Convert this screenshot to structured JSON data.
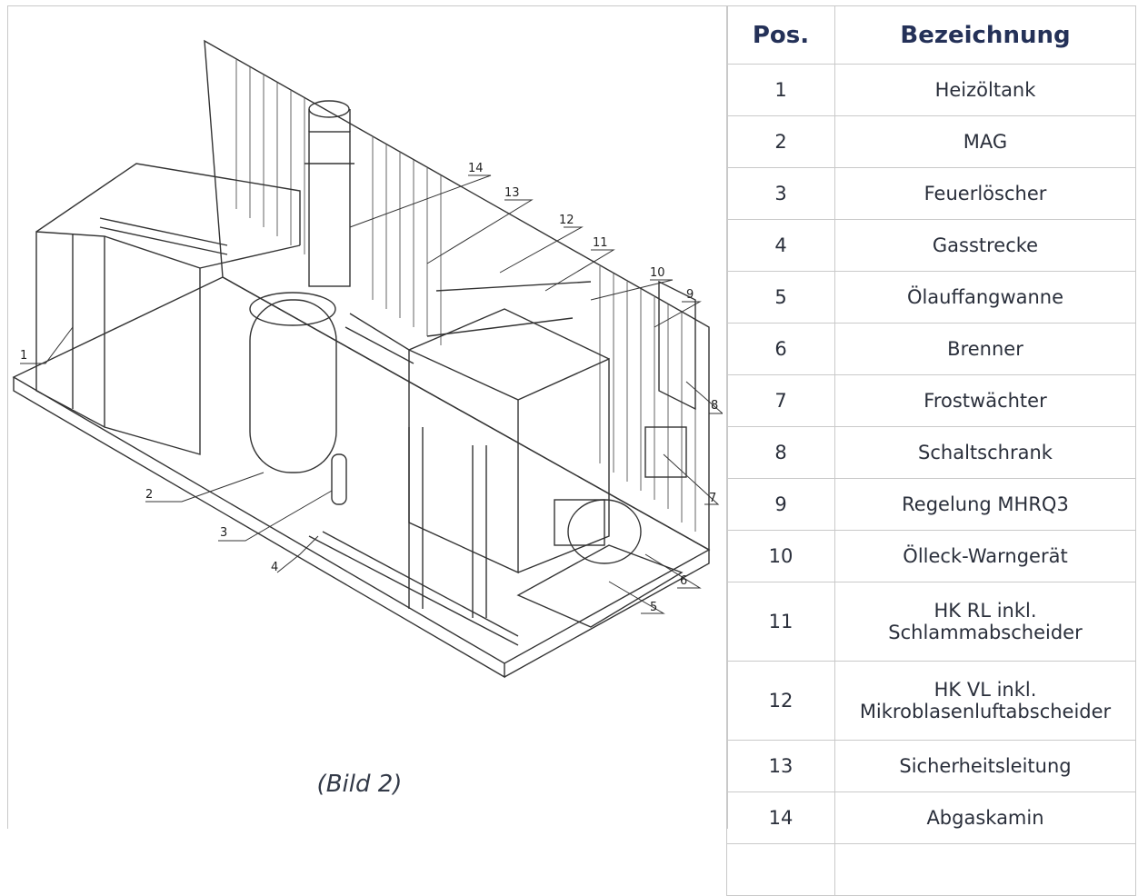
{
  "caption": "(Bild 2)",
  "table": {
    "headers": {
      "pos": "Pos.",
      "name": "Bezeichnung"
    },
    "rows": [
      {
        "pos": "1",
        "name": "Heizöltank"
      },
      {
        "pos": "2",
        "name": "MAG"
      },
      {
        "pos": "3",
        "name": "Feuerlöscher"
      },
      {
        "pos": "4",
        "name": "Gasstrecke"
      },
      {
        "pos": "5",
        "name": "Ölauffangwanne"
      },
      {
        "pos": "6",
        "name": "Brenner"
      },
      {
        "pos": "7",
        "name": "Frostwächter"
      },
      {
        "pos": "8",
        "name": "Schaltschrank"
      },
      {
        "pos": "9",
        "name": "Regelung MHRQ3"
      },
      {
        "pos": "10",
        "name": "Ölleck-Warngerät"
      },
      {
        "pos": "11",
        "name": "HK RL inkl. Schlammabscheider"
      },
      {
        "pos": "12",
        "name": "HK VL inkl. Mikroblasenluftabscheider"
      },
      {
        "pos": "13",
        "name": "Sicherheitsleitung"
      },
      {
        "pos": "14",
        "name": "Abgaskamin"
      }
    ]
  },
  "callouts": [
    "1",
    "2",
    "3",
    "4",
    "5",
    "6",
    "7",
    "8",
    "9",
    "10",
    "11",
    "12",
    "13",
    "14"
  ]
}
